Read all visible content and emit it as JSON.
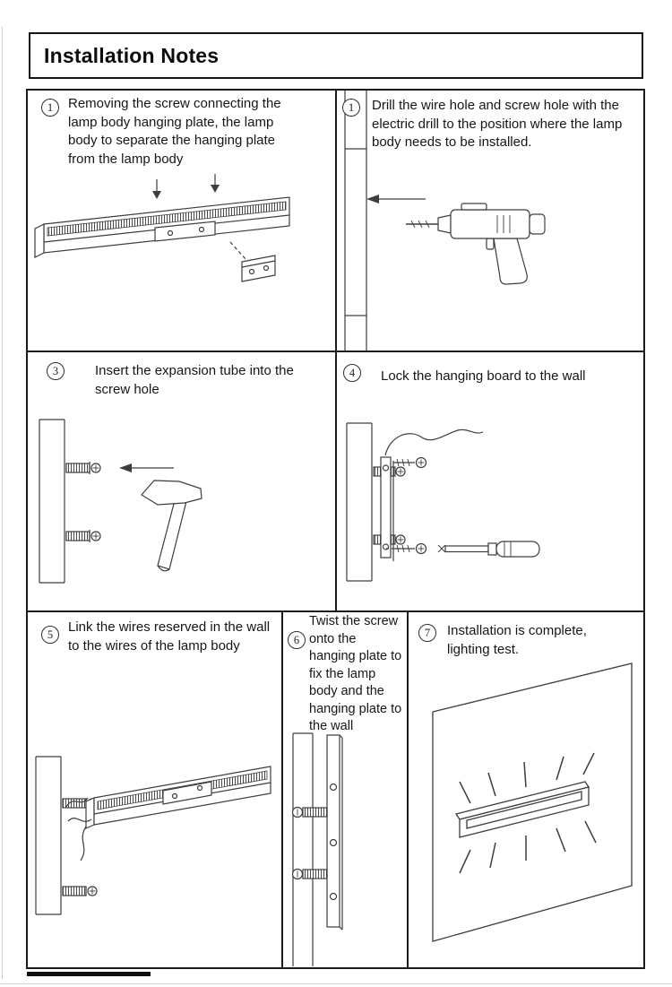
{
  "page": {
    "title": "Installation Notes"
  },
  "steps": [
    {
      "number": "1",
      "text": "Removing the screw connecting the lamp body hanging plate, the lamp body to separate the hanging plate from the lamp body",
      "illustration": "lamp-body-and-hanging-plate"
    },
    {
      "number": "1",
      "text": "Drill the wire hole and screw hole with the electric drill to the position where the lamp body needs to be installed.",
      "illustration": "electric-drill-at-wall"
    },
    {
      "number": "3",
      "text": "Insert the expansion tube into the screw hole",
      "illustration": "hammer-and-expansion-tubes"
    },
    {
      "number": "4",
      "text": "Lock the hanging board to the wall",
      "illustration": "hanging-board-screws-screwdriver"
    },
    {
      "number": "5",
      "text": "Link the wires reserved in the wall to the wires of the lamp body",
      "illustration": "wires-to-lamp-body"
    },
    {
      "number": "6",
      "text": "Twist the screw onto the hanging plate to fix the lamp body and the hanging plate to the wall",
      "illustration": "screws-into-hanging-plate"
    },
    {
      "number": "7",
      "text": "Installation is complete, lighting test.",
      "illustration": "wall-lamp-lighting-test"
    }
  ],
  "colors": {
    "grid_line": "#1c1c1c",
    "art_line": "#3d3d3d",
    "background": "#ffffff"
  }
}
